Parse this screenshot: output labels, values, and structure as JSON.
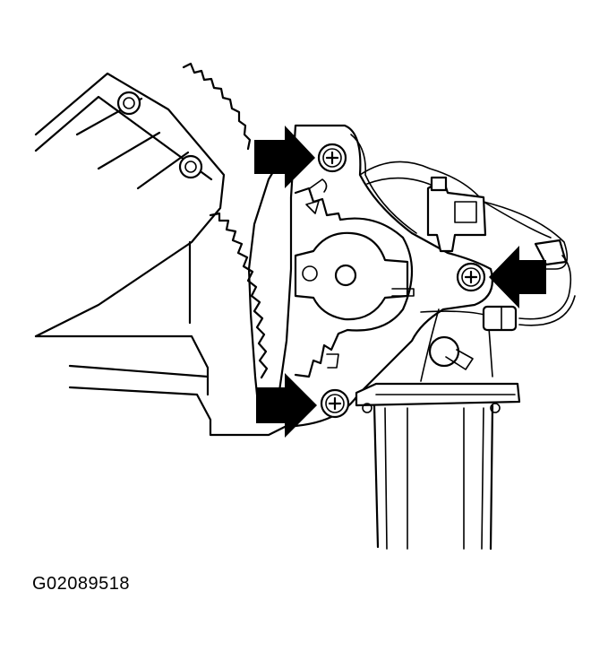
{
  "figure_id": "G02089518",
  "colors": {
    "line": "#000000",
    "background": "#ffffff"
  },
  "callouts": [
    {
      "name": "arrow-upper-left",
      "points_to": "upper-bolt"
    },
    {
      "name": "arrow-right",
      "points_to": "right-bolt"
    },
    {
      "name": "arrow-lower-left",
      "points_to": "lower-bolt"
    }
  ]
}
